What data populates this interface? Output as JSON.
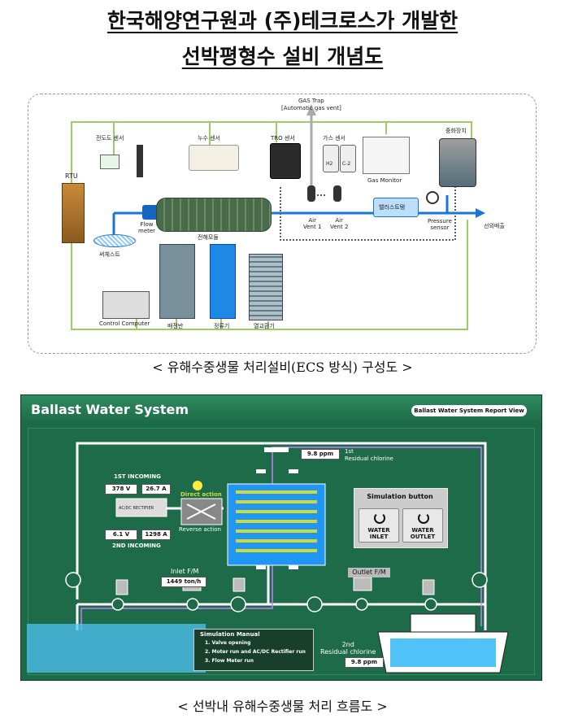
{
  "title": {
    "line1": "한국해양연구원과 (주)테크로스가 개발한",
    "line2": "선박평형수 설비 개념도"
  },
  "diagram1": {
    "gas_trap": "GAS Trap",
    "gas_trap_sub": "[Automatic gas vent]",
    "rtu": "RTU",
    "conductivity_sensor": "전도도 센서",
    "leak_sensor": "누수 센서",
    "tro_sensor": "TRO 센서",
    "gas_sensor": "가스 센서",
    "neutralizer": "중화장치",
    "gas_monitor": "Gas Monitor",
    "h2": "H2",
    "cl2": "C-2",
    "flow_meter": "Flow\nmeter",
    "strainer": "써체스트",
    "electrolyzer": "전해모듈",
    "air_vent_1": "Air\nVent 1",
    "air_vent_2": "Air\nVent 2",
    "ballast_tank": "밸러스트탱",
    "pressure_sensor": "Pressure\nsensor",
    "overboard": "선외배출",
    "control_computer": "Control Computer",
    "distribution_panel": "배전반",
    "rectifier": "정류기",
    "heat_exchanger": "열교환기",
    "caption": "< 유해수중생물 처리설비(ECS 방식) 구성도 >"
  },
  "diagram2": {
    "panel_title": "Ballast Water System",
    "report_button": "Ballast Water System Report  View",
    "incoming_1st": "1ST INCOMING",
    "incoming_2nd": "2ND INCOMING",
    "v1": "378 V",
    "a1": "26.7 A",
    "v2": "6.1 V",
    "a2": "1298 A",
    "rectifier_label": "AC/DC RECTIFIER",
    "direct_action": "Direct action",
    "reverse_action": "Reverse action",
    "chlorine_1st_value": "9.8 ppm",
    "chlorine_1st_label": "1st\nResidual chlorine",
    "simulation_title": "Simulation button",
    "water_inlet": "WATER\nINLET",
    "water_outlet": "WATER\nOUTLET",
    "inlet_fm": "Inlet F/M",
    "inlet_fm_value": "1449 ton/h",
    "outlet_fm": "Outlet F/M",
    "manual_title": "Simulation Manual",
    "manual_items": [
      "1. Valve opening",
      "2. Moter run and AC/DC Rectifier run",
      "3. Flow Meter run"
    ],
    "chlorine_2nd_label": "2nd\nResidual chlorine",
    "chlorine_2nd_value": "9.8 ppm",
    "caption": "< 선박내 유해수중생물 처리 흐름도 >"
  },
  "colors": {
    "panel_bg": "#1e6a47",
    "pipe_green": "#8bc34a",
    "flow_blue": "#1565c0"
  }
}
